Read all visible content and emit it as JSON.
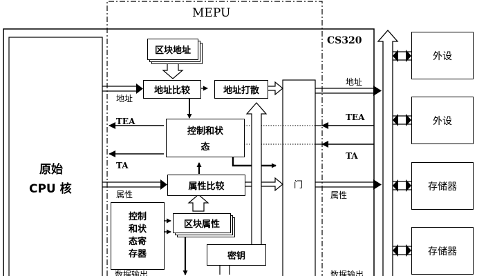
{
  "mepu_title": "MEPU",
  "cs320_label": "CS320",
  "cpu_core": {
    "line1": "原始",
    "line2": "CPU 核"
  },
  "blocks": {
    "block_addr": "区块地址",
    "addr_compare": "地址比较",
    "addr_hash": "地址打散",
    "ctrl_status_1": "控制和状",
    "ctrl_status_2": "态",
    "attr_compare": "属性比较",
    "ctrl_reg_1": "控制",
    "ctrl_reg_2": "和状",
    "ctrl_reg_3": "态寄",
    "ctrl_reg_4": "存器",
    "block_attr": "区块属性",
    "key": "密钥",
    "gate": "门"
  },
  "signals": {
    "addr_in": "地址",
    "tea_in": "TEA",
    "ta_in": "TA",
    "attr_in": "属性",
    "data_out_left": "数据输出",
    "addr_out": "地址",
    "tea_out": "TEA",
    "ta_out": "TA",
    "attr_out": "属性",
    "data_out_right": "数据输出"
  },
  "peripherals": [
    "外设",
    "外设",
    "存储器",
    "存储器"
  ]
}
